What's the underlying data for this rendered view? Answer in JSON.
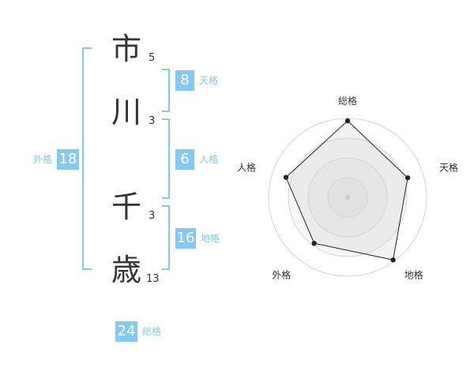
{
  "name": {
    "chars": [
      {
        "char": "市",
        "strokes": "5"
      },
      {
        "char": "川",
        "strokes": "3"
      },
      {
        "char": "千",
        "strokes": "3"
      },
      {
        "char": "歳",
        "strokes": "13"
      }
    ]
  },
  "fortune": {
    "tenkaku": {
      "label": "天格",
      "value": "8"
    },
    "jinkaku": {
      "label": "人格",
      "value": "6"
    },
    "chikaku": {
      "label": "地格",
      "value": "16"
    },
    "gaikaku": {
      "label": "外格",
      "value": "18"
    },
    "soukaku": {
      "label": "総格",
      "value": "24"
    }
  },
  "colors": {
    "accent": "#87c8f0",
    "text": "#333333"
  },
  "chart_data": {
    "type": "radar",
    "axes": [
      "総格",
      "天格",
      "地格",
      "外格",
      "人格"
    ],
    "values": [
      0.97,
      0.8,
      0.98,
      0.72,
      0.82
    ],
    "rings": 4,
    "grid": true
  }
}
